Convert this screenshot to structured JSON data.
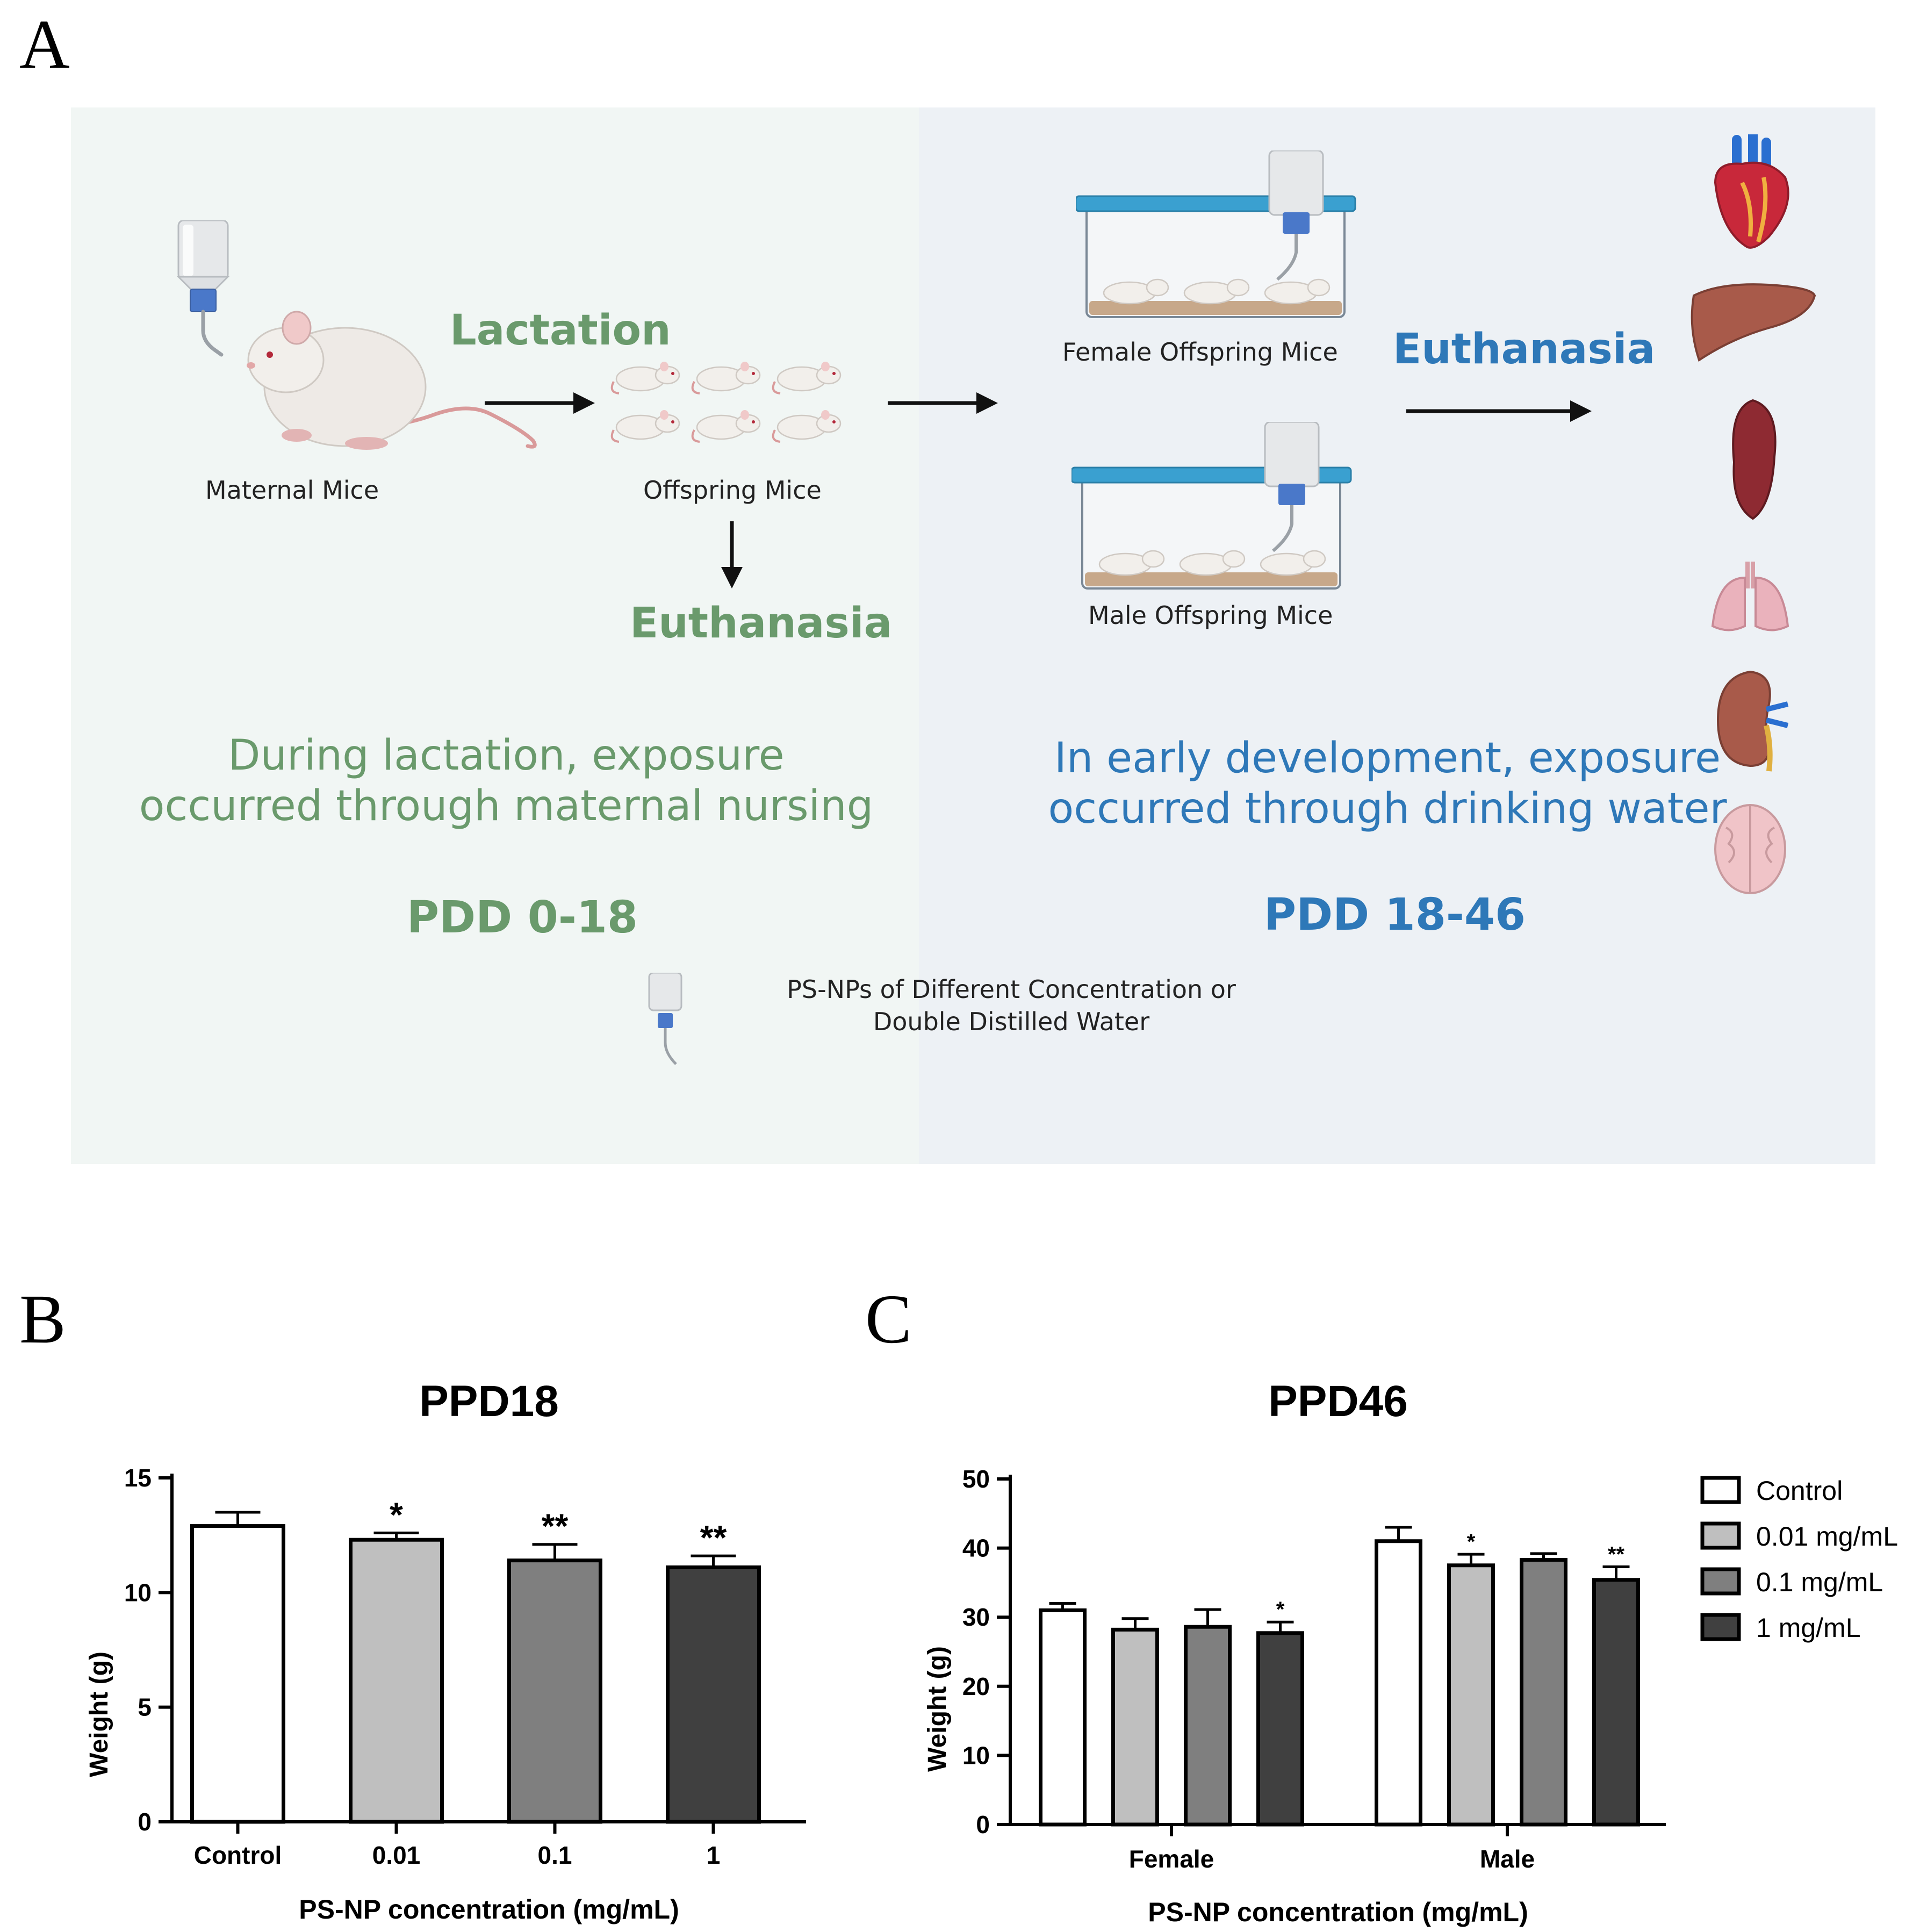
{
  "panel_labels": {
    "a": "A",
    "b": "B",
    "c": "C"
  },
  "schematic": {
    "maternal_label": "Maternal Mice",
    "lactation_label": "Lactation",
    "offspring_label": "Offspring Mice",
    "euthanasia_left": "Euthanasia",
    "female_label": "Female Offspring Mice",
    "male_label": "Male Offspring Mice",
    "euthanasia_right": "Euthanasia",
    "left_text_line1": "During lactation, exposure",
    "left_text_line2": "occurred through maternal nursing",
    "right_text_line1": "In early development, exposure",
    "right_text_line2": "occurred through drinking water",
    "left_period": "PDD 0-18",
    "right_period": "PDD 18-46",
    "legend_line1": "PS-NPs of Different Concentration or",
    "legend_line2": "Double Distilled Water",
    "colors": {
      "green": "#6a9a6c",
      "blue": "#2e78b8",
      "left_bg": "#f1f6f4",
      "right_bg": "#edf1f5"
    },
    "icons": [
      "water-bottle-icon",
      "mouse-icon",
      "cage-icon",
      "heart-icon",
      "liver-icon",
      "spleen-icon",
      "lung-icon",
      "kidney-icon",
      "brain-icon"
    ]
  },
  "chart_data": [
    {
      "type": "bar",
      "title": "PPD18",
      "xlabel": "PS-NP concentration (mg/mL)",
      "ylabel": "Weight (g)",
      "ylim": [
        0,
        15
      ],
      "yticks": [
        "0",
        "5",
        "10",
        "15"
      ],
      "categories": [
        "Control",
        "0.01",
        "0.1",
        "1"
      ],
      "values": [
        12.9,
        12.3,
        11.4,
        11.1
      ],
      "errors": [
        0.6,
        0.3,
        0.7,
        0.5
      ],
      "significance": [
        "",
        "*",
        "**",
        "**"
      ],
      "colors": [
        "#ffffff",
        "#bfbfbf",
        "#7f7f7f",
        "#404040"
      ]
    },
    {
      "type": "bar",
      "title": "PPD46",
      "xlabel": "PS-NP concentration (mg/mL)",
      "ylabel": "Weight (g)",
      "ylim": [
        0,
        50
      ],
      "yticks": [
        "0",
        "10",
        "20",
        "30",
        "40",
        "50"
      ],
      "categories": [
        "Female",
        "Male"
      ],
      "series": [
        {
          "name": "Control",
          "values": [
            31.0,
            41.0
          ],
          "errors": [
            1.0,
            2.0
          ],
          "significance": [
            "",
            ""
          ],
          "color": "#ffffff"
        },
        {
          "name": "0.01 mg/mL",
          "values": [
            28.2,
            37.5
          ],
          "errors": [
            1.6,
            1.6
          ],
          "significance": [
            "",
            "*"
          ],
          "color": "#bfbfbf"
        },
        {
          "name": "0.1 mg/mL",
          "values": [
            28.6,
            38.3
          ],
          "errors": [
            2.5,
            0.9
          ],
          "significance": [
            "",
            ""
          ],
          "color": "#7f7f7f"
        },
        {
          "name": "1 mg/mL",
          "values": [
            27.7,
            35.4
          ],
          "errors": [
            1.6,
            1.9
          ],
          "significance": [
            "*",
            "**"
          ],
          "color": "#404040"
        }
      ],
      "legend": "right"
    }
  ]
}
